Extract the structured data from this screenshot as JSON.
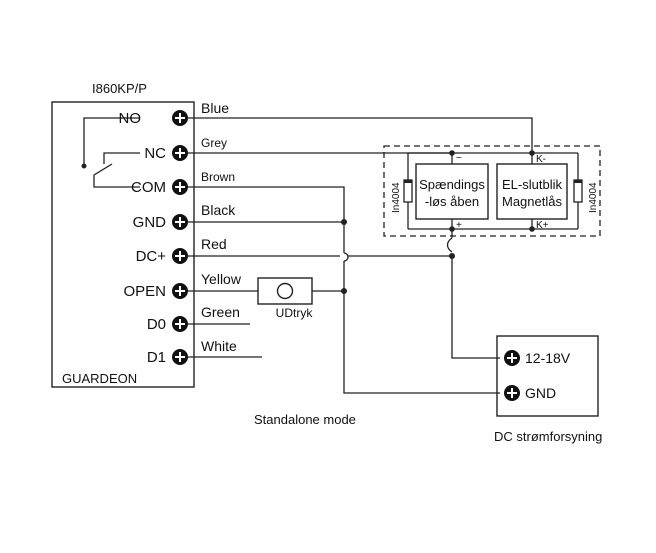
{
  "controller": {
    "model": "I860KP/P",
    "brand": "GUARDEON",
    "pins": [
      "NO",
      "NC",
      "COM",
      "GND",
      "DC+",
      "OPEN",
      "D0",
      "D1"
    ],
    "wires": [
      "Blue",
      "Grey",
      "Brown",
      "Black",
      "Red",
      "Yellow",
      "Green",
      "White"
    ]
  },
  "button": {
    "label": "UDtryk"
  },
  "lock_unit": {
    "left_box": [
      "Spændings",
      "-løs åben"
    ],
    "right_box": [
      "EL-slutblik",
      "Magnetlås"
    ],
    "diode_label": "In4004",
    "minus": "−",
    "plus": "+",
    "k_minus": "K-",
    "k_plus": "K+"
  },
  "power_supply": {
    "voltage": "12-18V",
    "gnd": "GND",
    "caption": "DC strømforsyning"
  },
  "mode_caption": "Standalone mode"
}
